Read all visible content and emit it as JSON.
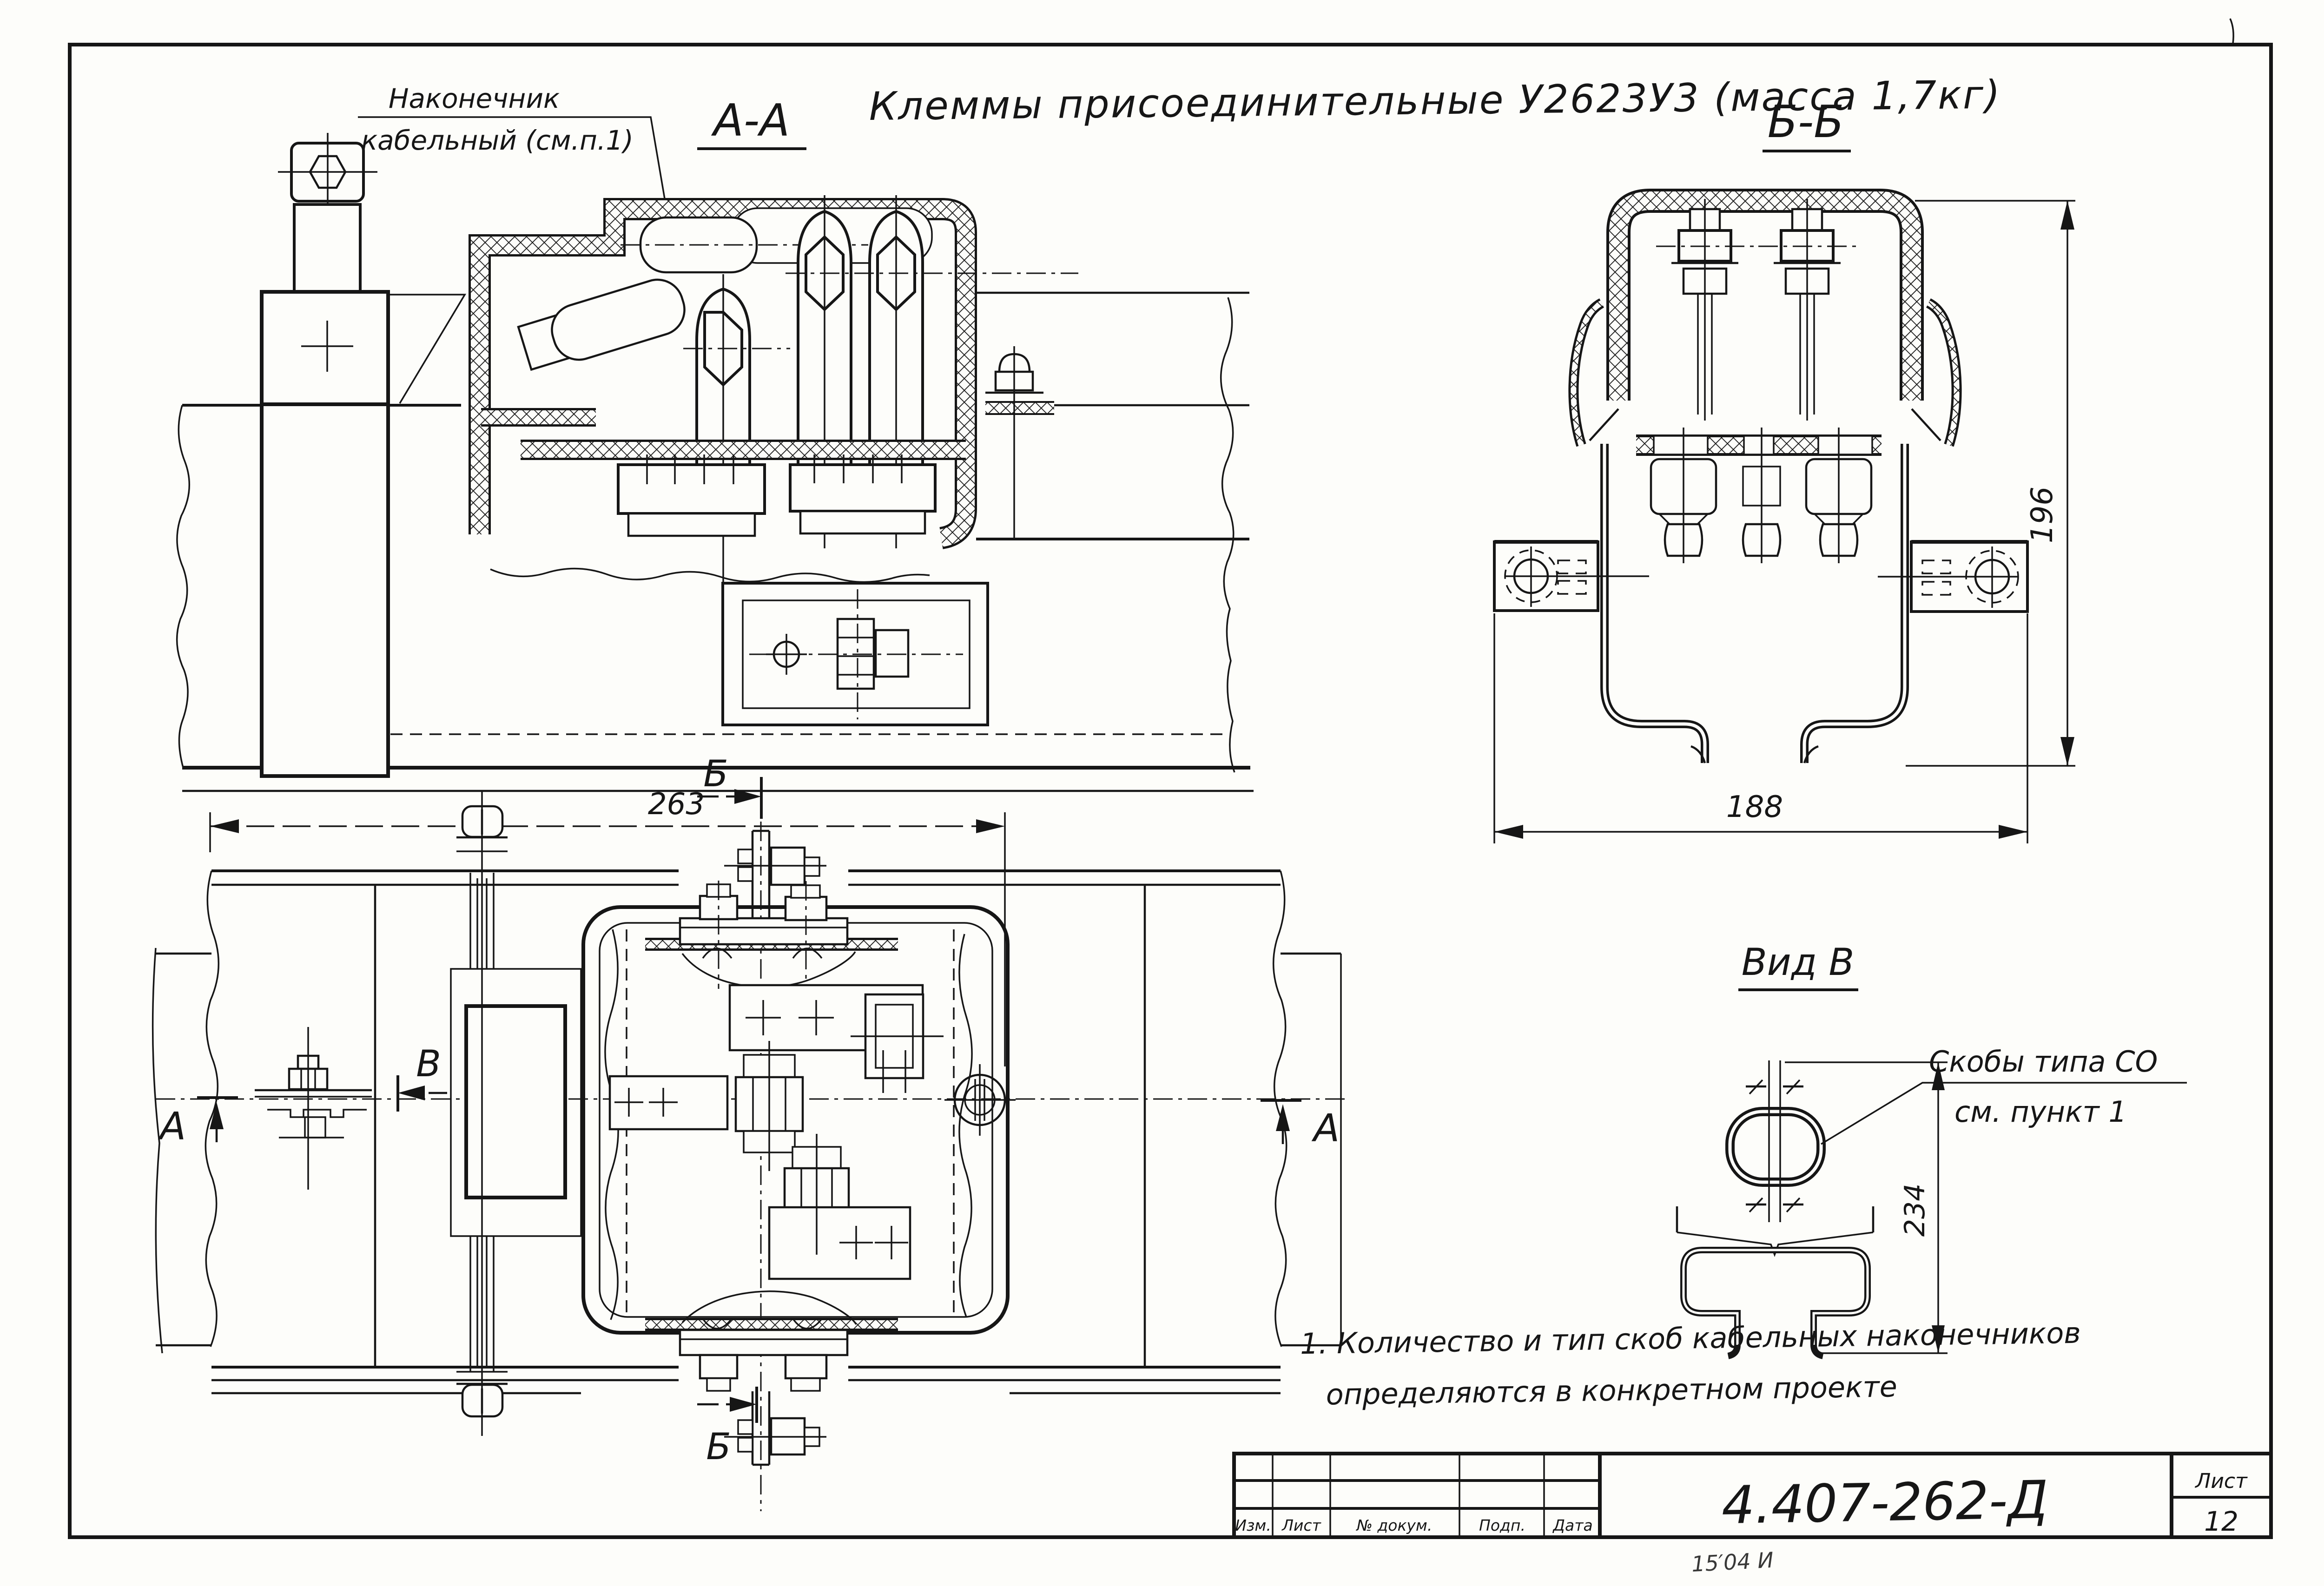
{
  "page": {
    "title": "Клеммы присоединительные У2623У3 (масса 1,7кг)"
  },
  "views": {
    "section_aa": {
      "label": "А-А"
    },
    "section_bb": {
      "label": "Б-Б",
      "dim_height": "196",
      "dim_width": "188"
    },
    "plan": {
      "dim_width": "263",
      "marker_b_top": "Б",
      "marker_b_bottom": "Б",
      "marker_v": "В",
      "marker_a_left": "А",
      "marker_a_right": "А"
    },
    "view_b": {
      "label": "Вид В",
      "dim_height": "234"
    }
  },
  "callouts": {
    "cable_lug": {
      "line1": "Наконечник",
      "line2": "кабельный (см.п.1)"
    },
    "clamp": {
      "line1": "Скобы типа СО",
      "line2": "см. пункт 1"
    }
  },
  "notes": {
    "line1": "1. Количество и тип скоб кабельных наконечников",
    "line2": "определяются в  конкретном  проекте"
  },
  "title_block": {
    "doc_number": "4.407-262-Д",
    "sheet_label": "Лист",
    "sheet_number": "12",
    "columns": [
      "Изм.",
      "Лист",
      "№ докум.",
      "Подп.",
      "Дата"
    ],
    "handwritten_note": "15′04  И"
  },
  "colors": {
    "ink": "#161616",
    "paper": "#fdfdfa"
  }
}
